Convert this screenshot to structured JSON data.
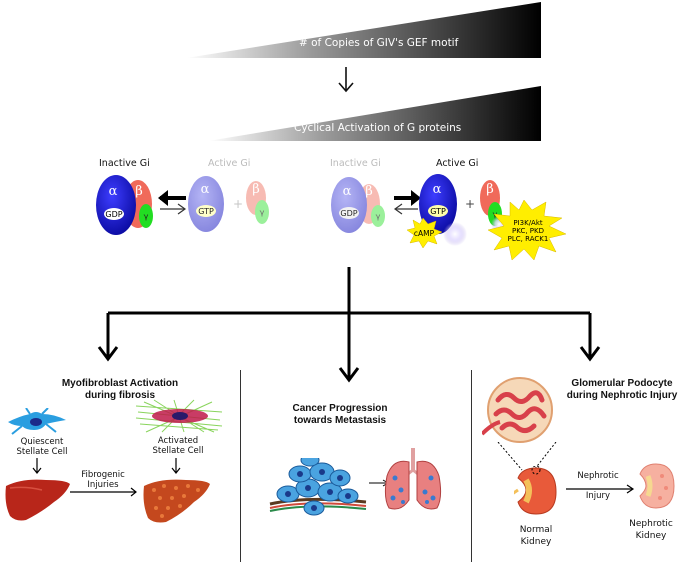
{
  "top": {
    "wedge1_label": "# of Copies of GIV's GEF motif",
    "wedge2_label": "Cyclical Activation of G proteins"
  },
  "gproteins": {
    "left": {
      "inactive_title": "Inactive Gi",
      "active_title": "Active Gi"
    },
    "right": {
      "inactive_title": "Inactive Gi",
      "active_title": "Active Gi"
    },
    "alpha": "α",
    "beta": "β",
    "gamma": "γ",
    "gdp": "GDP",
    "gtp": "GTP",
    "plus": "+",
    "camp": "cAMP",
    "effectors": [
      "PI3K/Akt",
      "PKC, PKD",
      "PLC, RACK1"
    ]
  },
  "panels": {
    "fibrosis": {
      "title_line1": "Myofibroblast Activation",
      "title_line2": "during fibrosis",
      "quiescent": [
        "Quiescent",
        "Stellate Cell"
      ],
      "activated": [
        "Activated",
        "Stellate Cell"
      ],
      "injury": [
        "Fibrogenic",
        "Injuries"
      ]
    },
    "cancer": {
      "title_line1": "Cancer Progression",
      "title_line2": "towards  Metastasis"
    },
    "kidney": {
      "title_line1": "Glomerular Podocyte",
      "title_line2": "during Nephrotic Injury",
      "injury": [
        "Nephrotic",
        "Injury"
      ],
      "normal": [
        "Normal",
        "Kidney"
      ],
      "nephrotic": [
        "Nephrotic",
        "Kidney"
      ]
    }
  },
  "colors": {
    "alpha_active": "#1a1ad6",
    "alpha_dim": "#8a8ae8",
    "beta": "#f06a5a",
    "beta_dim": "#f6b0a6",
    "gamma": "#22dd22",
    "gamma_dim": "#8aee8a",
    "starburst": "#ffee00",
    "liver": "#b8261a",
    "cancer_cell": "#4aa3e0"
  }
}
